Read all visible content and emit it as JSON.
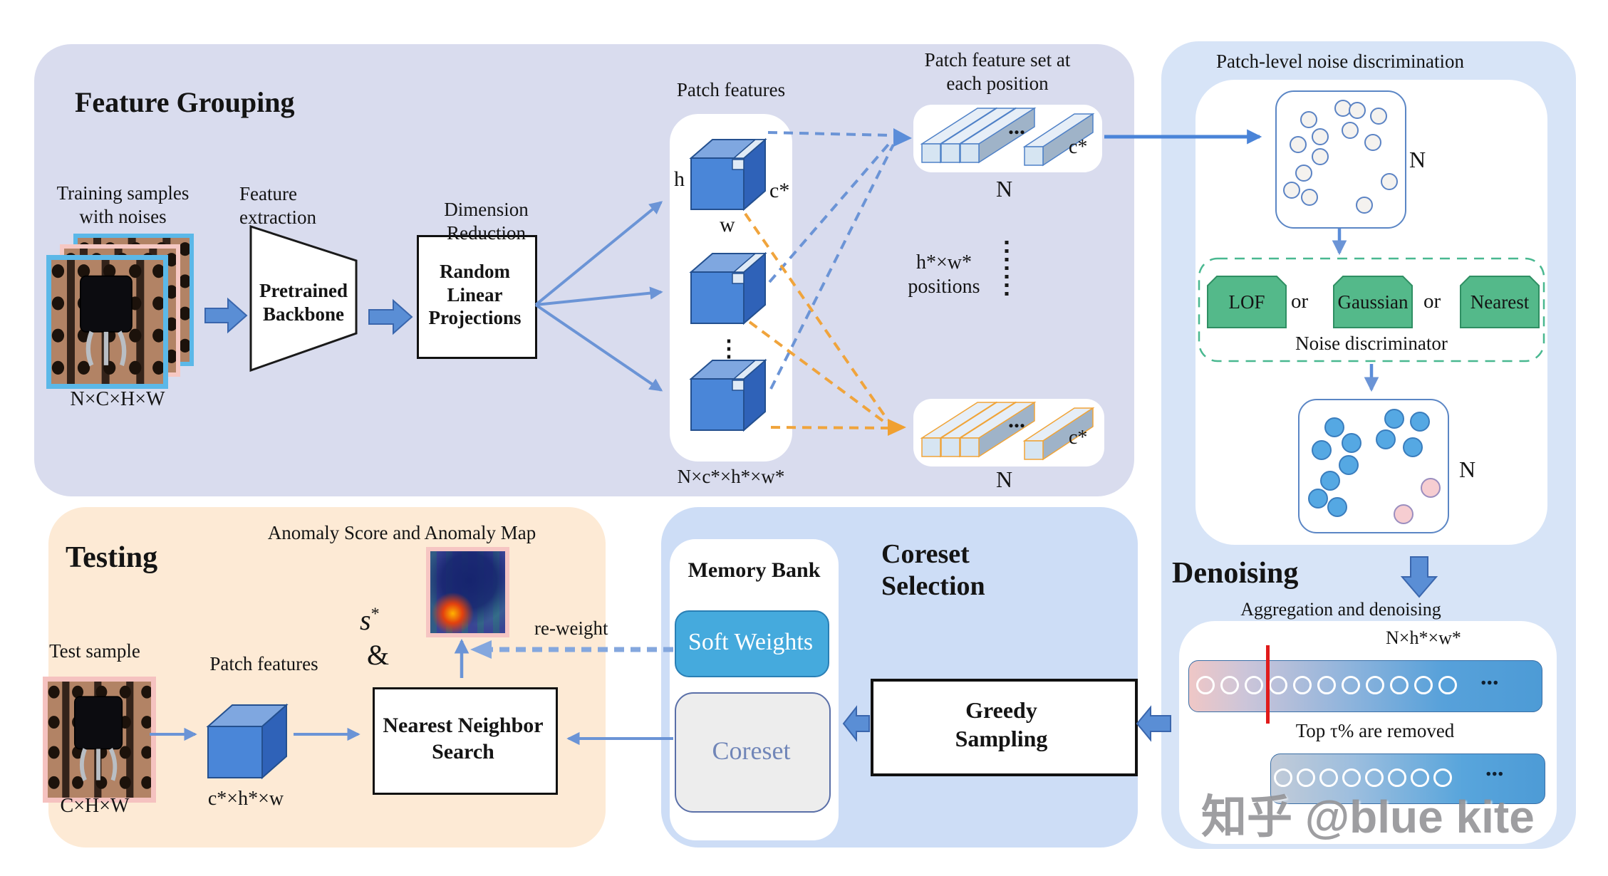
{
  "watermark": "知乎 @blue kite",
  "feature_grouping": {
    "title": "Feature Grouping",
    "training_label": "Training samples\nwith noises",
    "training_dims": "N×C×H×W",
    "feature_extraction": "Feature\nextraction",
    "backbone": "Pretrained\nBackbone",
    "dimension_reduction": "Dimension Reduction",
    "projections": "Random\nLinear\nProjections",
    "patch_features": "Patch features",
    "cube_h": "h",
    "cube_w": "w",
    "cube_c": "c*",
    "cube_stack_dots": "⋮",
    "cubes_dims": "N×c*×h*×w*",
    "patch_set_label": "Patch feature set at\neach position",
    "top_set": {
      "ellipsis": "...",
      "c": "c*",
      "n": "N"
    },
    "positions_label": "h*×w*\npositions",
    "bottom_set": {
      "ellipsis": "...",
      "c": "c*",
      "n": "N"
    }
  },
  "noise_panel": {
    "title": "Patch-level noise discrimination",
    "input_count": "N",
    "discriminators": [
      "LOF",
      "Gaussian",
      "Nearest"
    ],
    "or_1": "or",
    "or_2": "or",
    "discriminator_label": "Noise discriminator",
    "output_count": "N"
  },
  "denoising": {
    "title": "Denoising",
    "subtitle": "Aggregation and denoising",
    "dims": "N×h*×w*",
    "bar1_ellipsis": "...",
    "removed_label": "Top τ%  are removed",
    "bar2_ellipsis": "..."
  },
  "coreset": {
    "title": "Coreset\nSelection",
    "memory_bank": "Memory Bank",
    "soft_weights": "Soft Weights",
    "coreset": "Coreset",
    "greedy": "Greedy\nSampling"
  },
  "testing": {
    "title": "Testing",
    "anomaly_label": "Anomaly Score and Anomaly  Map",
    "score_s": "s",
    "score_sup": "*",
    "score_amp": "&",
    "reweight": "re-weight",
    "test_sample": "Test sample",
    "test_dims": "C×H×W",
    "patch_features": "Patch features",
    "patch_dims": "c*×h*×w",
    "nns": "Nearest Neighbor\nSearch"
  },
  "colors": {
    "panel_lavender": "#d9dcee",
    "panel_blue": "#d7e4f7",
    "panel_mid_blue": "#cdddf6",
    "panel_peach": "#fdead5",
    "accent_blue": "#5b8dd9",
    "green_box": "#54b98a",
    "soft_weights_fill": "#45aadd",
    "orange_dashed": "#f0a43c",
    "red_cut_line": "#e01b1b"
  }
}
